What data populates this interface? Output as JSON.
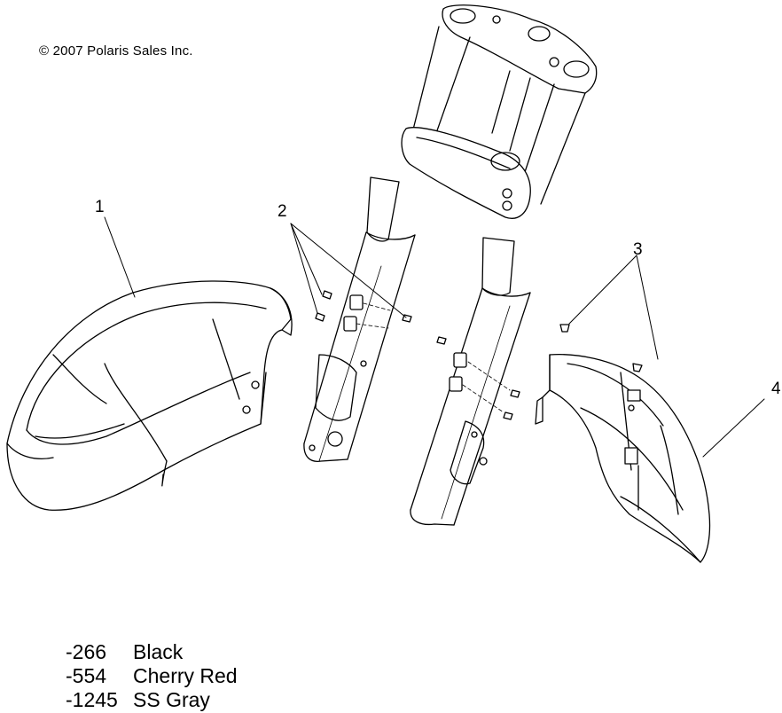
{
  "copyright": "© 2007 Polaris Sales Inc.",
  "callouts": [
    {
      "number": "1"
    },
    {
      "number": "2"
    },
    {
      "number": "3"
    },
    {
      "number": "4"
    }
  ],
  "legend": [
    {
      "code": "-266",
      "color_name": "Black"
    },
    {
      "code": "-554",
      "color_name": "Cherry Red"
    },
    {
      "code": "-1245",
      "color_name": "SS Gray"
    }
  ],
  "colors": {
    "line": "#000000",
    "background": "#ffffff"
  }
}
